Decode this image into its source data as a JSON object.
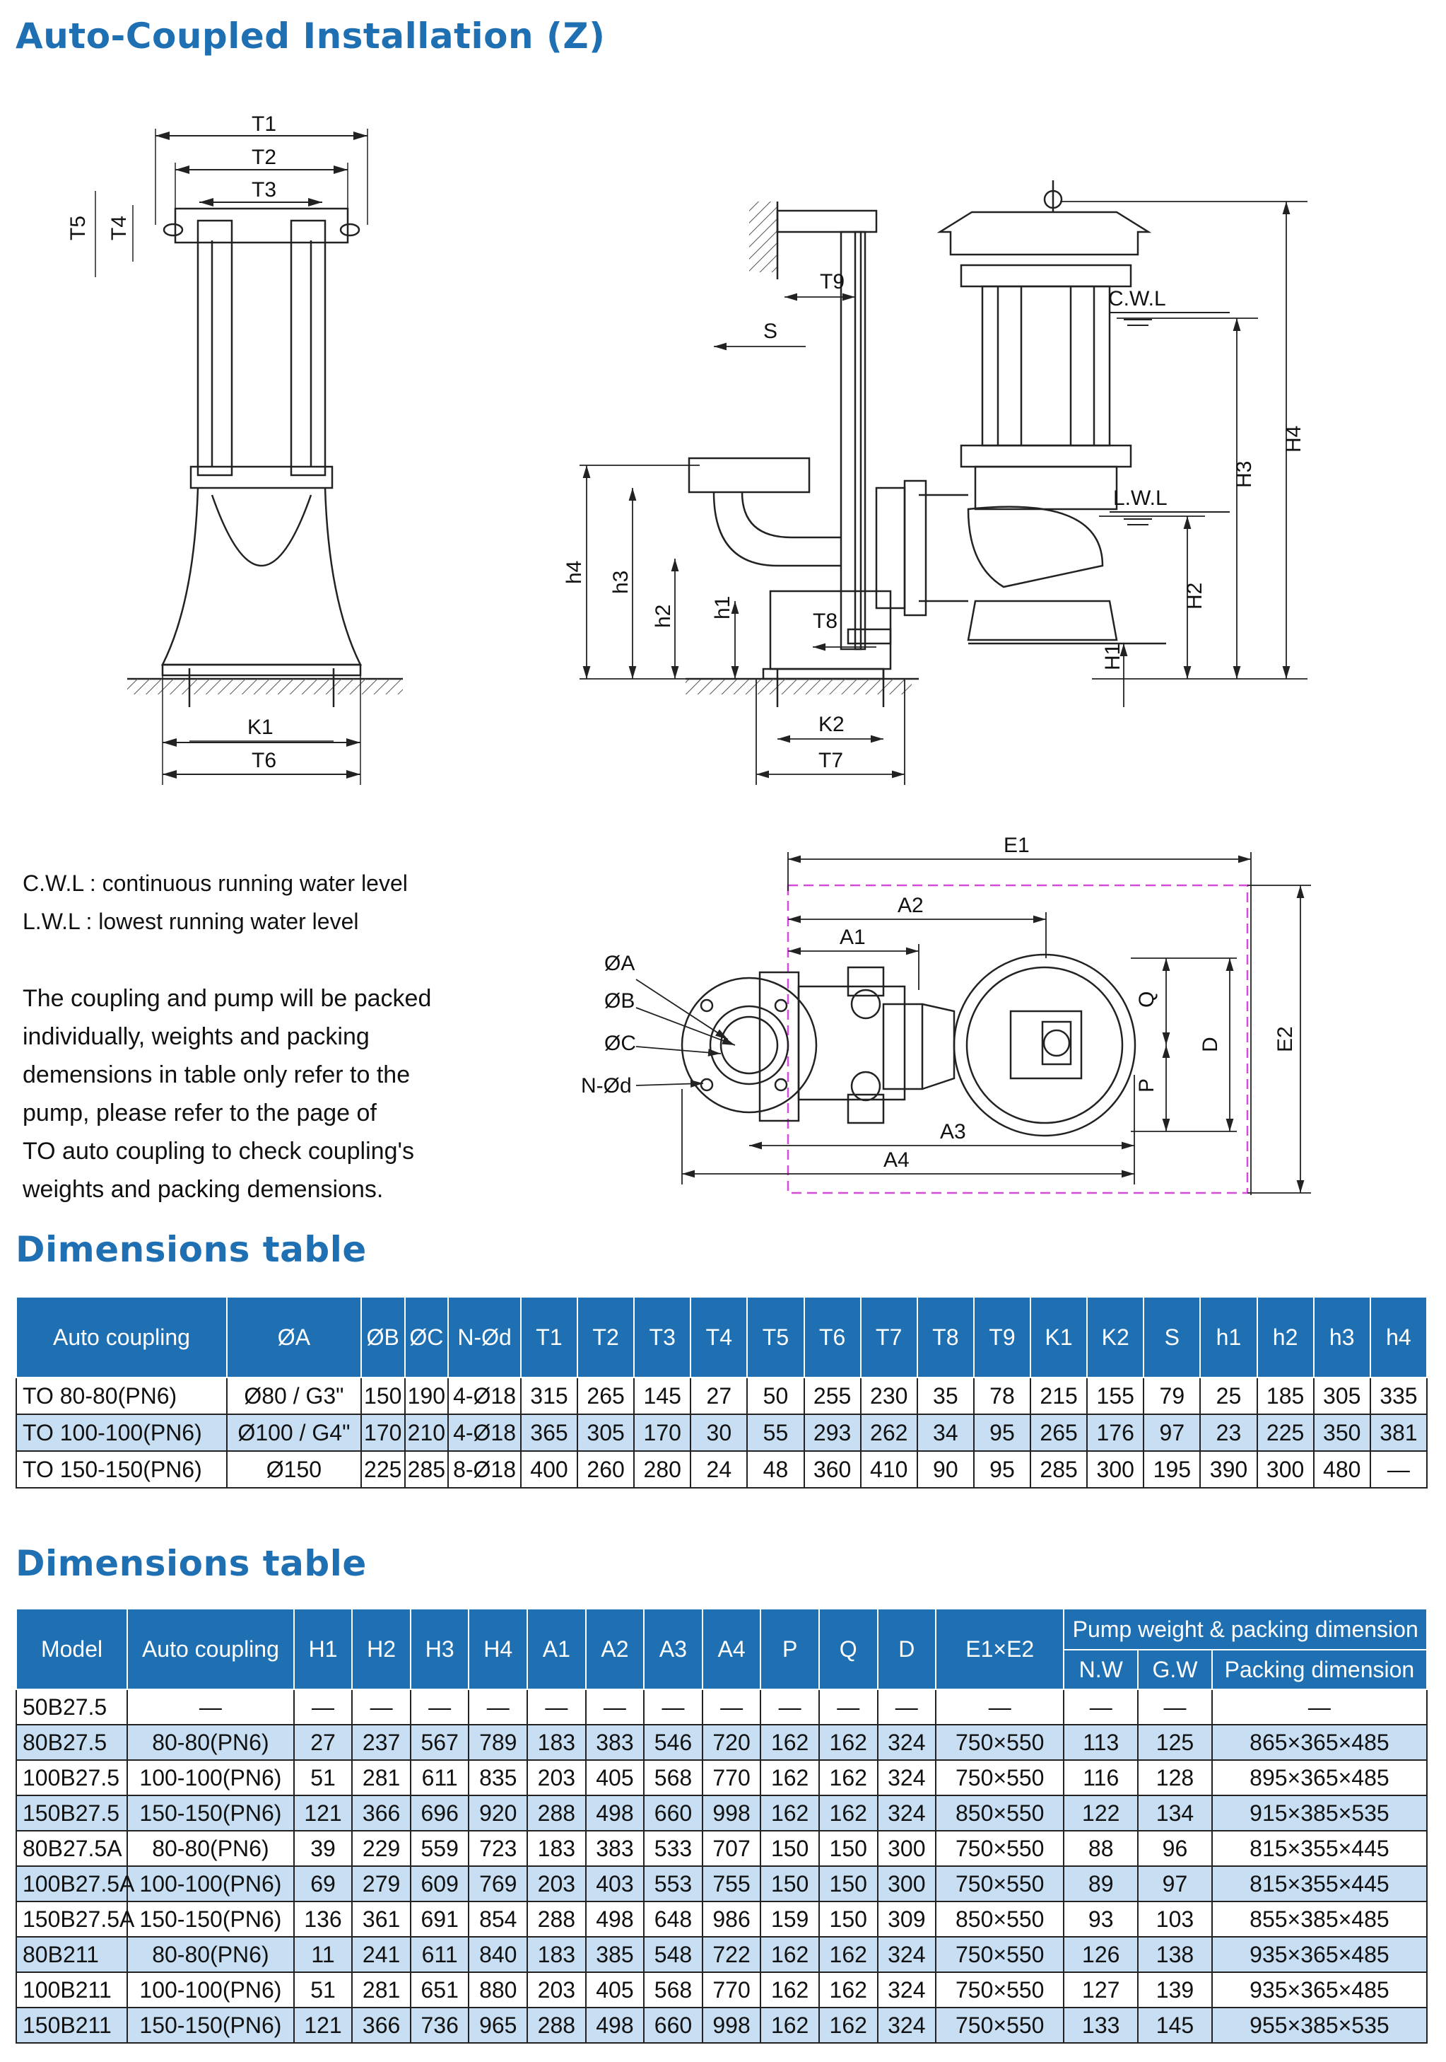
{
  "title": "Auto-Coupled Installation (Z)",
  "drawing_labels": {
    "T1": "T1",
    "T2": "T2",
    "T3": "T3",
    "T4": "T4",
    "T5": "T5",
    "T6": "T6",
    "T7": "T7",
    "T8": "T8",
    "T9": "T9",
    "K1": "K1",
    "K2": "K2",
    "S": "S",
    "h1": "h1",
    "h2": "h2",
    "h3": "h3",
    "h4": "h4",
    "H1": "H1",
    "H2": "H2",
    "H3": "H3",
    "H4": "H4",
    "CWL": "C.W.L",
    "LWL": "L.W.L",
    "E1": "E1",
    "E2": "E2",
    "A1": "A1",
    "A2": "A2",
    "A3": "A3",
    "A4": "A4",
    "Q": "Q",
    "P": "P",
    "D": "D",
    "OA": "ØA",
    "OB": "ØB",
    "OC": "ØC",
    "NOd": "N-Ød"
  },
  "legend": [
    "C.W.L : continuous running water level",
    "L.W.L :  lowest running water level"
  ],
  "note": [
    "The coupling and pump will be packed",
    "individually, weights and packing",
    "demensions in table only refer to the",
    "pump, please refer to the page of",
    "TO auto coupling to check coupling's",
    "weights and packing demensions."
  ],
  "table1": {
    "title": "Dimensions table",
    "headers": [
      "Auto coupling",
      "ØA",
      "ØB",
      "ØC",
      "N-Ød",
      "T1",
      "T2",
      "T3",
      "T4",
      "T5",
      "T6",
      "T7",
      "T8",
      "T9",
      "K1",
      "K2",
      "S",
      "h1",
      "h2",
      "h3",
      "h4"
    ],
    "rows": [
      [
        "TO 80-80(PN6)",
        "Ø80 / G3\"",
        "150",
        "190",
        "4-Ø18",
        "315",
        "265",
        "145",
        "27",
        "50",
        "255",
        "230",
        "35",
        "78",
        "215",
        "155",
        "79",
        "25",
        "185",
        "305",
        "335"
      ],
      [
        "TO 100-100(PN6)",
        "Ø100 / G4\"",
        "170",
        "210",
        "4-Ø18",
        "365",
        "305",
        "170",
        "30",
        "55",
        "293",
        "262",
        "34",
        "95",
        "265",
        "176",
        "97",
        "23",
        "225",
        "350",
        "381"
      ],
      [
        "TO 150-150(PN6)",
        "Ø150",
        "225",
        "285",
        "8-Ø18",
        "400",
        "260",
        "280",
        "24",
        "48",
        "360",
        "410",
        "90",
        "95",
        "285",
        "300",
        "195",
        "390",
        "300",
        "480",
        "—"
      ]
    ]
  },
  "table2": {
    "title": "Dimensions table",
    "headers": [
      "Model",
      "Auto coupling",
      "H1",
      "H2",
      "H3",
      "H4",
      "A1",
      "A2",
      "A3",
      "A4",
      "P",
      "Q",
      "D",
      "E1×E2"
    ],
    "group_header": "Pump weight & packing dimension",
    "sub_headers": [
      "N.W",
      "G.W",
      "Packing dimension"
    ],
    "rows": [
      [
        "50B27.5",
        "—",
        "—",
        "—",
        "—",
        "—",
        "—",
        "—",
        "—",
        "—",
        "—",
        "—",
        "—",
        "—",
        "—",
        "—",
        "—"
      ],
      [
        "80B27.5",
        "80-80(PN6)",
        "27",
        "237",
        "567",
        "789",
        "183",
        "383",
        "546",
        "720",
        "162",
        "162",
        "324",
        "750×550",
        "113",
        "125",
        "865×365×485"
      ],
      [
        "100B27.5",
        "100-100(PN6)",
        "51",
        "281",
        "611",
        "835",
        "203",
        "405",
        "568",
        "770",
        "162",
        "162",
        "324",
        "750×550",
        "116",
        "128",
        "895×365×485"
      ],
      [
        "150B27.5",
        "150-150(PN6)",
        "121",
        "366",
        "696",
        "920",
        "288",
        "498",
        "660",
        "998",
        "162",
        "162",
        "324",
        "850×550",
        "122",
        "134",
        "915×385×535"
      ],
      [
        "80B27.5A",
        "80-80(PN6)",
        "39",
        "229",
        "559",
        "723",
        "183",
        "383",
        "533",
        "707",
        "150",
        "150",
        "300",
        "750×550",
        "88",
        "96",
        "815×355×445"
      ],
      [
        "100B27.5A",
        "100-100(PN6)",
        "69",
        "279",
        "609",
        "769",
        "203",
        "403",
        "553",
        "755",
        "150",
        "150",
        "300",
        "750×550",
        "89",
        "97",
        "815×355×445"
      ],
      [
        "150B27.5A",
        "150-150(PN6)",
        "136",
        "361",
        "691",
        "854",
        "288",
        "498",
        "648",
        "986",
        "159",
        "150",
        "309",
        "850×550",
        "93",
        "103",
        "855×385×485"
      ],
      [
        "80B211",
        "80-80(PN6)",
        "11",
        "241",
        "611",
        "840",
        "183",
        "385",
        "548",
        "722",
        "162",
        "162",
        "324",
        "750×550",
        "126",
        "138",
        "935×365×485"
      ],
      [
        "100B211",
        "100-100(PN6)",
        "51",
        "281",
        "651",
        "880",
        "203",
        "405",
        "568",
        "770",
        "162",
        "162",
        "324",
        "750×550",
        "127",
        "139",
        "935×365×485"
      ],
      [
        "150B211",
        "150-150(PN6)",
        "121",
        "366",
        "736",
        "965",
        "288",
        "498",
        "660",
        "998",
        "162",
        "162",
        "324",
        "750×550",
        "133",
        "145",
        "955×385×535"
      ]
    ]
  },
  "colors": {
    "header_blue": "#1f70b3",
    "row_alt": "#c8dff3",
    "magenta_dash": "#d24cd8"
  }
}
